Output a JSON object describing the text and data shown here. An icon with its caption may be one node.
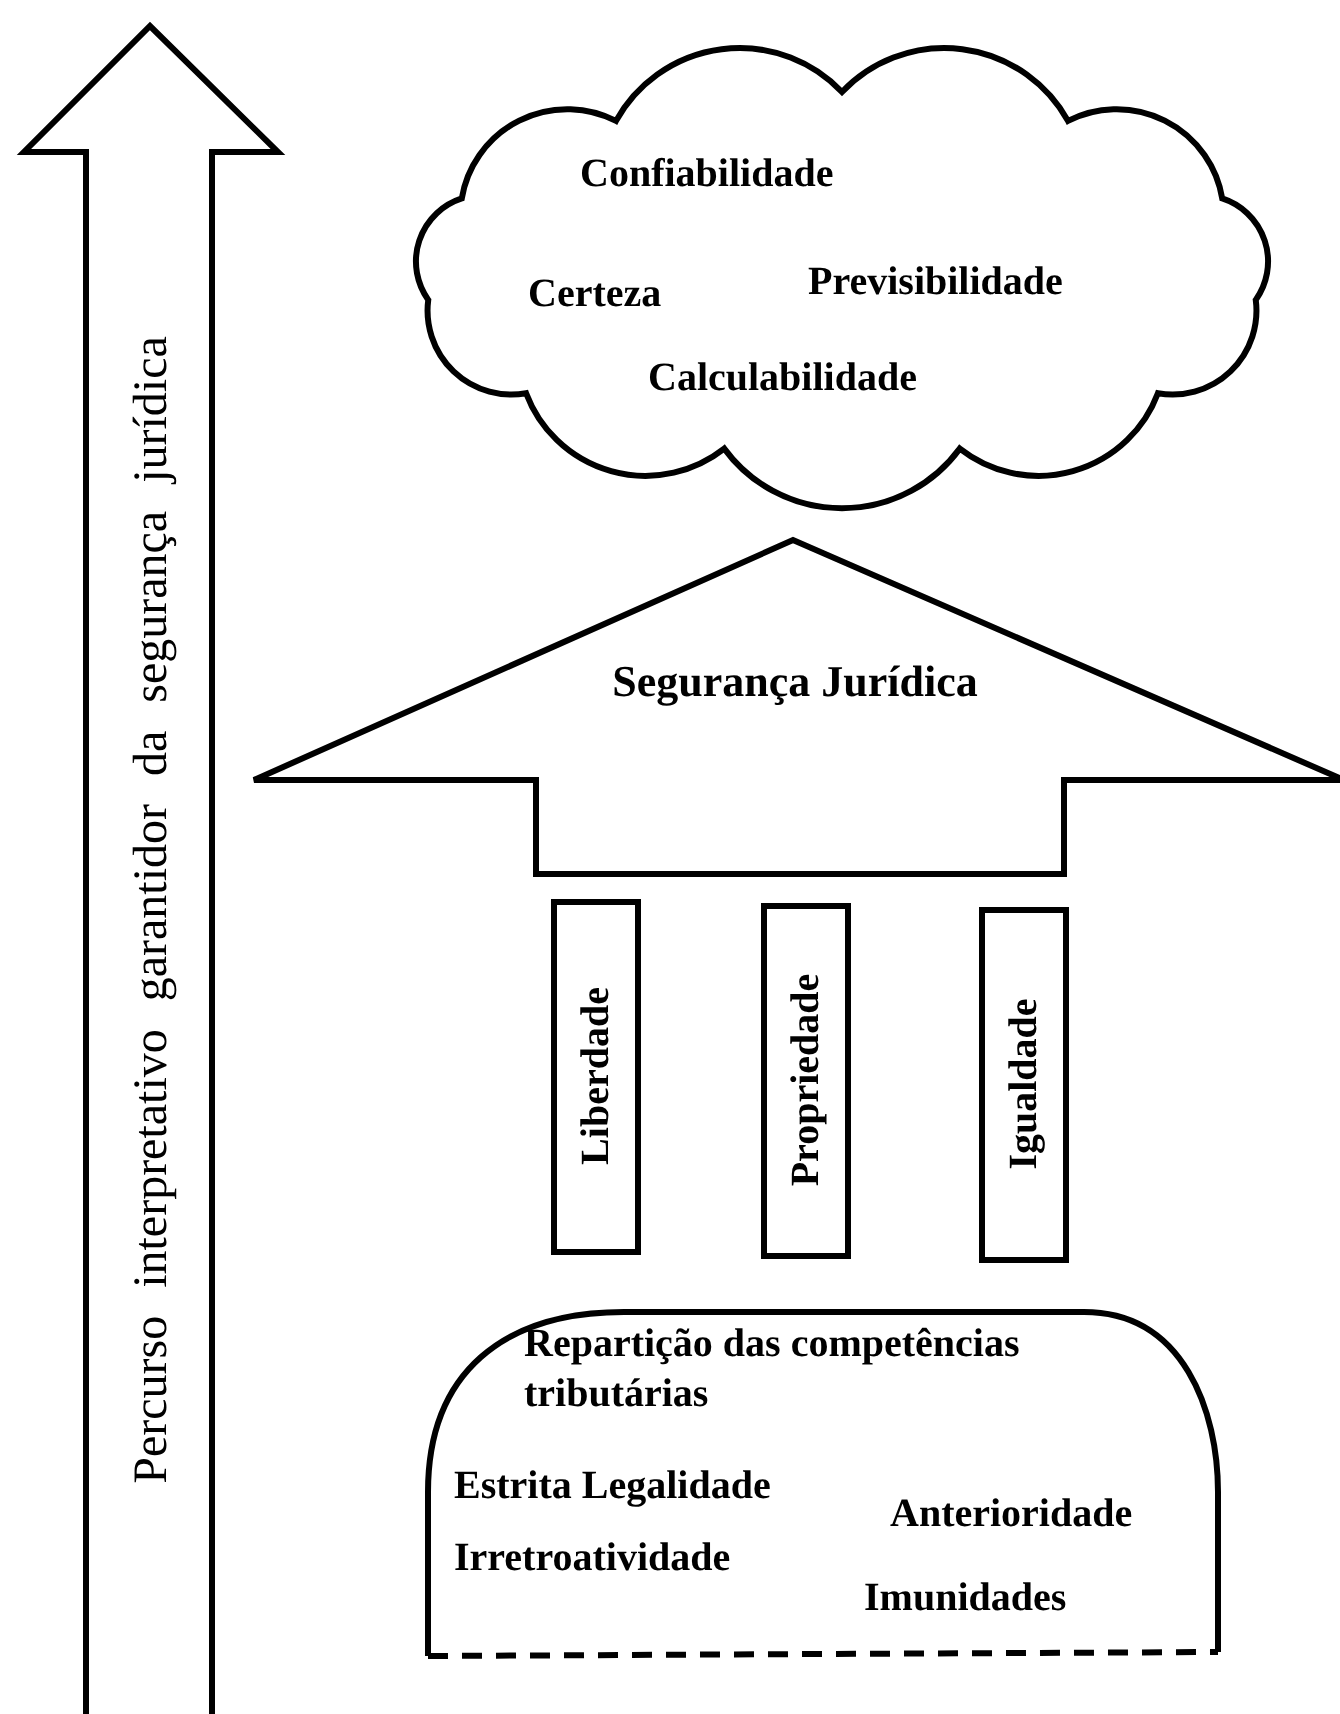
{
  "diagram": {
    "nodes": [
      {
        "text": [
          "Percurso interpretativo garantidor da segurança jurídica"
        ]
      },
      {
        "text": [
          "Confiabilidade",
          "Certeza",
          "Previsibilidade",
          "Calculabilidade"
        ]
      },
      {
        "text": [
          "Segurança Jurídica"
        ]
      },
      {
        "text": [
          "Liberdade"
        ]
      },
      {
        "text": [
          "Propriedade"
        ]
      },
      {
        "text": [
          "Igualdade"
        ]
      },
      {
        "text": [
          "Repartição das competências tributárias",
          "Estrita Legalidade",
          "Anterioridade",
          "Irretroatividade",
          "Imunidades"
        ]
      }
    ]
  }
}
